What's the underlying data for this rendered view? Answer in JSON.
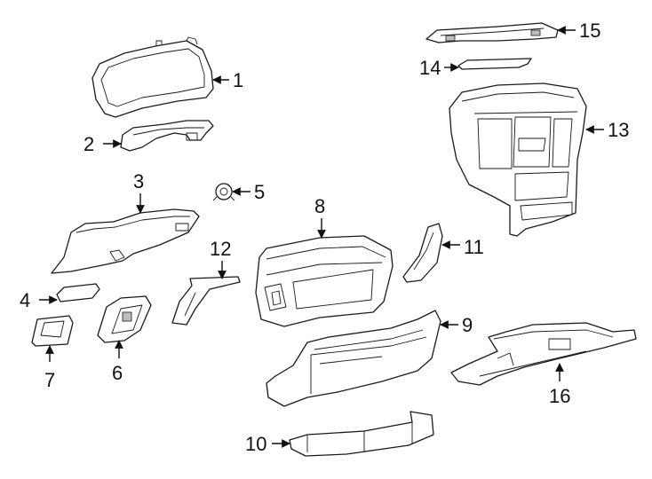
{
  "callouts": [
    {
      "id": "p1",
      "number": "1"
    },
    {
      "id": "p2",
      "number": "2"
    },
    {
      "id": "p3",
      "number": "3"
    },
    {
      "id": "p4",
      "number": "4"
    },
    {
      "id": "p5",
      "number": "5"
    },
    {
      "id": "p6",
      "number": "6"
    },
    {
      "id": "p7",
      "number": "7"
    },
    {
      "id": "p8",
      "number": "8"
    },
    {
      "id": "p9",
      "number": "9"
    },
    {
      "id": "p10",
      "number": "10"
    },
    {
      "id": "p11",
      "number": "11"
    },
    {
      "id": "p12",
      "number": "12"
    },
    {
      "id": "p13",
      "number": "13"
    },
    {
      "id": "p14",
      "number": "14"
    },
    {
      "id": "p15",
      "number": "15"
    },
    {
      "id": "p16",
      "number": "16"
    }
  ]
}
